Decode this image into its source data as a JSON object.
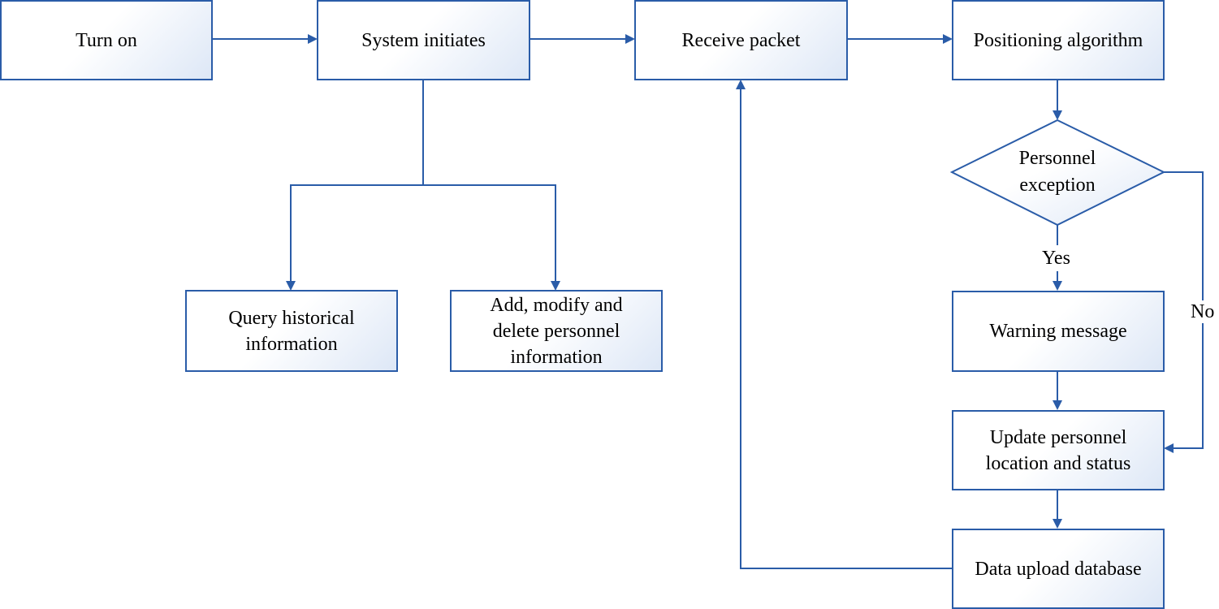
{
  "nodes": {
    "turn_on": "Turn on",
    "system_initiates": "System initiates",
    "receive_packet": "Receive packet",
    "positioning_algorithm": "Positioning algorithm",
    "personnel_exception_line1": "Personnel",
    "personnel_exception_line2": "exception",
    "query_historical_line1": "Query historical",
    "query_historical_line2": "information",
    "add_modify_line1": "Add, modify and",
    "add_modify_line2": "delete personnel",
    "add_modify_line3": "information",
    "warning_message": "Warning message",
    "update_location_line1": "Update personnel",
    "update_location_line2": "location and status",
    "data_upload_database": "Data upload database"
  },
  "edge_labels": {
    "yes": "Yes",
    "no": "No"
  },
  "colors": {
    "stroke": "#2a5ca8",
    "fill_start": "#ffffff",
    "fill_end": "#dde7f6",
    "text": "#000000"
  }
}
